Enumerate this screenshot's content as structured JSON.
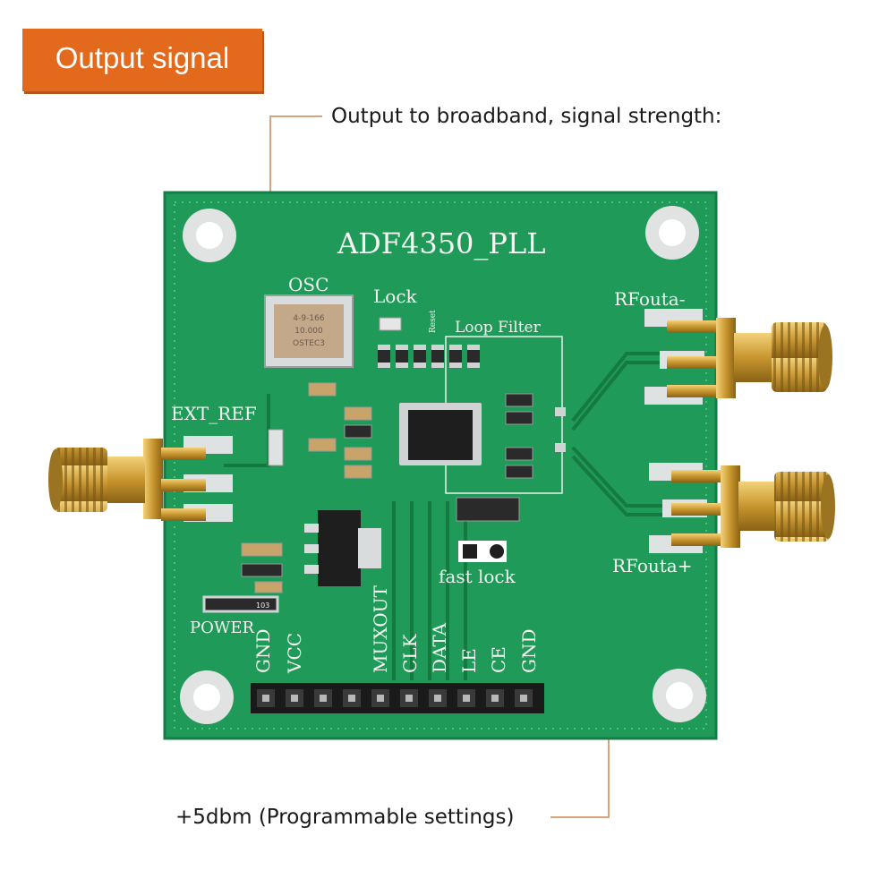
{
  "badge": {
    "label": "Output signal",
    "color": "#e36a1d"
  },
  "callouts": {
    "top": "Output to broadband, signal strength:",
    "bottom": "+5dbm (Programmable settings)"
  },
  "board": {
    "title": "ADF4350_PLL",
    "color": "#1f9a58",
    "labels": {
      "osc": "OSC",
      "lock": "Lock",
      "reset": "Reset",
      "loop_filter": "Loop Filter",
      "ext_ref": "EXT_REF",
      "rfout_minus": "RFouta-",
      "rfout_plus": "RFouta+",
      "fast_lock": "fast lock",
      "power": "POWER",
      "resistor_code": "103",
      "osc_marking_1": "OSTEC3",
      "osc_marking_2": "10.000",
      "osc_marking_3": "4-9-166"
    },
    "header_pins": [
      "GND",
      "VCC",
      "MUXOUT",
      "CLK",
      "DATA",
      "LE",
      "CE",
      "GND"
    ]
  },
  "accent_color": "#e36a1d"
}
